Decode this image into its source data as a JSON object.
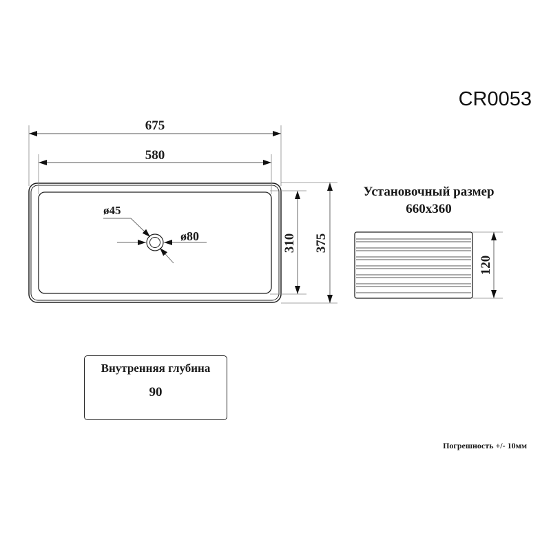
{
  "model": "CR0053",
  "top_view": {
    "overall_width": "675",
    "inner_width": "580",
    "inner_depth": "310",
    "overall_depth": "375",
    "drain_inner_diameter": "ø45",
    "drain_outer_diameter": "ø80"
  },
  "side_view": {
    "install_label": "Установочный размер",
    "install_size": "660x360",
    "height": "120",
    "groove_count": 9
  },
  "depth_box": {
    "label": "Внутренняя глубина",
    "value": "90"
  },
  "tolerance": "Погрешность +/- 10мм",
  "colors": {
    "line": "#222222",
    "thin_line": "#777777",
    "background": "#ffffff"
  }
}
